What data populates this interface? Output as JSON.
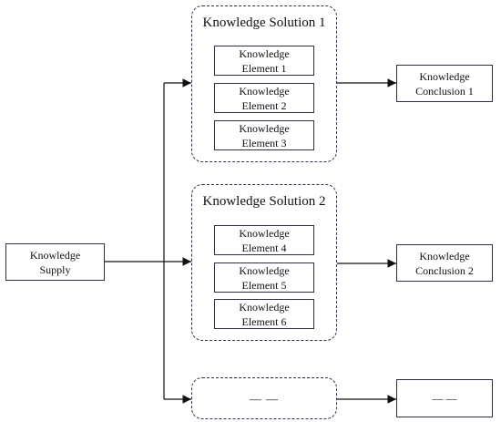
{
  "diagram": {
    "supply": {
      "label": "Knowledge\nSupply"
    },
    "solutions": [
      {
        "title": "Knowledge Solution 1",
        "elements": [
          "Knowledge\nElement 1",
          "Knowledge\nElement 2",
          "Knowledge\nElement 3"
        ],
        "conclusion": "Knowledge\nConclusion 1"
      },
      {
        "title": "Knowledge Solution 2",
        "elements": [
          "Knowledge\nElement 4",
          "Knowledge\nElement 5",
          "Knowledge\nElement 6"
        ],
        "conclusion": "Knowledge\nConclusion 2"
      }
    ],
    "placeholder_solution": "— —",
    "placeholder_conclusion": "— —"
  },
  "colors": {
    "line": "#111111",
    "dashed_border": "#2b3058",
    "box_border": "#2b2f4a"
  }
}
